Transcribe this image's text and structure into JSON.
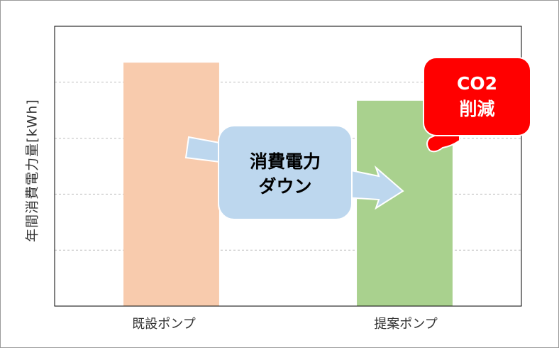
{
  "chart_data": {
    "type": "bar",
    "ylabel": "年間消費電力量[kWh]",
    "categories": [
      "既設ポンプ",
      "提案ポンプ"
    ],
    "values": [
      4.35,
      3.67
    ],
    "ylim": [
      0,
      5
    ],
    "grid": true,
    "bar_colors": [
      "#f8cbad",
      "#a9d18e"
    ],
    "annotations": [
      {
        "name": "power-down",
        "lines": [
          "消費電力",
          "ダウン"
        ],
        "fill": "#bdd7ee",
        "text_color": "#000000"
      },
      {
        "name": "co2-reduction",
        "lines": [
          "CO2",
          "削減"
        ],
        "fill": "#ff0000",
        "text_color": "#ffffff"
      }
    ]
  }
}
